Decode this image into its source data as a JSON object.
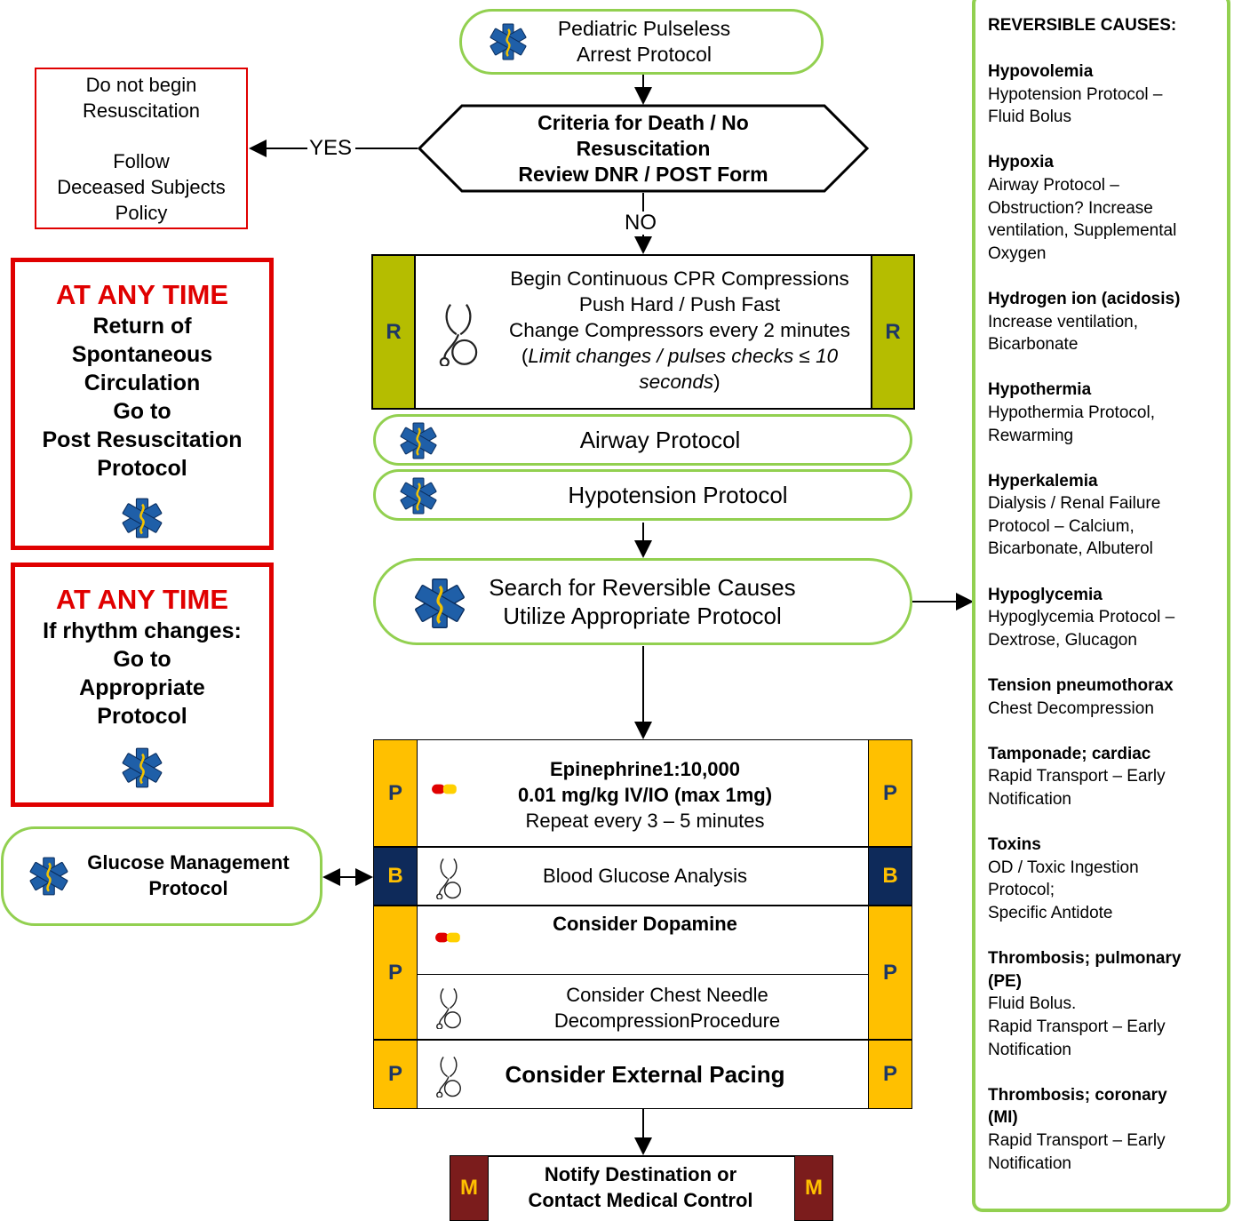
{
  "header": {
    "line1": "Pediatric Pulseless",
    "line2": "Arrest Protocol"
  },
  "decision": {
    "line1": "Criteria for Death / No",
    "line2": "Resuscitation",
    "line3": "Review DNR / POST Form"
  },
  "yes_label": "YES",
  "no_label": "NO",
  "no_resus": {
    "line1": "Do not begin",
    "line2": "Resuscitation",
    "line3": "Follow",
    "line4": "Deceased Subjects",
    "line5": "Policy"
  },
  "rosc_box": {
    "title": "AT ANY TIME",
    "line1": "Return of",
    "line2": "Spontaneous",
    "line3": "Circulation",
    "line4": "Go to",
    "line5": "Post Resuscitation",
    "line6": "Protocol"
  },
  "rhythm_box": {
    "title": "AT ANY TIME",
    "line1": "If rhythm changes:",
    "line2": "Go to",
    "line3": "Appropriate",
    "line4": "Protocol"
  },
  "cpr": {
    "side": "R",
    "line1": "Begin Continuous CPR Compressions",
    "line2": "Push Hard / Push Fast",
    "line3": "Change Compressors every 2 minutes",
    "line4_open": "(",
    "line4_italic": "Limit changes / pulses checks ≤  10",
    "line5_italic": "seconds",
    "line5_close": ")"
  },
  "airway": "Airway Protocol",
  "hypotension": "Hypotension Protocol",
  "search": {
    "line1": "Search for Reversible Causes",
    "line2": "Utilize Appropriate Protocol"
  },
  "epi": {
    "side": "P",
    "line1": "Epinephrine1:10,000",
    "line2": "0.01 mg/kg IV/IO (max 1mg)",
    "line3": "Repeat every 3 – 5 minutes"
  },
  "glucose_analysis": {
    "side": "B",
    "label": "Blood Glucose Analysis"
  },
  "glucose_mgmt": {
    "line1": "Glucose Management",
    "line2": "Protocol"
  },
  "dopamine": {
    "side": "P",
    "label": "Consider Dopamine",
    "needle1": "Consider Chest Needle",
    "needle2": "DecompressionProcedure"
  },
  "pacing": {
    "side": "P",
    "label": "Consider External Pacing"
  },
  "notify": {
    "side": "M",
    "line1": "Notify Destination or",
    "line2": "Contact Medical Control"
  },
  "reversible": {
    "title": "REVERSIBLE CAUSES:",
    "items": [
      {
        "name": "Hypovolemia",
        "lines": [
          "Hypotension Protocol –",
          "Fluid Bolus"
        ]
      },
      {
        "name": "Hypoxia",
        "lines": [
          "Airway Protocol –",
          "Obstruction? Increase",
          "ventilation, Supplemental",
          "Oxygen"
        ]
      },
      {
        "name": "Hydrogen ion (acidosis)",
        "lines": [
          "Increase ventilation,",
          "Bicarbonate"
        ]
      },
      {
        "name": "Hypothermia",
        "lines": [
          "Hypothermia Protocol,",
          "Rewarming"
        ]
      },
      {
        "name": "Hyperkalemia",
        "lines": [
          "Dialysis / Renal Failure",
          "Protocol – Calcium,",
          "Bicarbonate, Albuterol"
        ]
      },
      {
        "name": "Hypoglycemia",
        "lines": [
          "Hypoglycemia Protocol –",
          "Dextrose, Glucagon"
        ]
      },
      {
        "name": "Tension pneumothorax",
        "lines": [
          "Chest Decompression"
        ]
      },
      {
        "name": "Tamponade; cardiac",
        "lines": [
          "Rapid Transport – Early",
          "Notification"
        ]
      },
      {
        "name": "Toxins",
        "lines": [
          "OD / Toxic Ingestion",
          "Protocol;",
          "Specific Antidote"
        ]
      },
      {
        "name_lines": [
          "Thrombosis; pulmonary",
          "(PE)"
        ],
        "lines": [
          "Fluid Bolus.",
          "Rapid Transport – Early",
          "Notification"
        ]
      },
      {
        "name_lines": [
          "Thrombosis; coronary",
          "(MI)"
        ],
        "lines": [
          "Rapid Transport – Early",
          "Notification"
        ]
      }
    ]
  },
  "colors": {
    "pill_border": "#92d050",
    "alert_red": "#e00000",
    "side_r": "#b5bd00",
    "side_p": "#ffc000",
    "side_b": "#0e2a5a",
    "side_m": "#7b1c1c"
  }
}
